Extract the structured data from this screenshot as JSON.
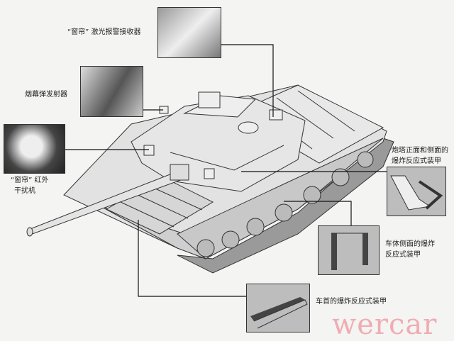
{
  "callouts": {
    "laser_warning": "“窗帘” 激光报警接收器",
    "smoke_launcher": "烟幕弹发射器",
    "ir_jammer_line1": "“窗帘” 红外",
    "ir_jammer_line2": "干扰机",
    "turret_era_line1": "炮塔正面和侧面的",
    "turret_era_line2": "爆炸反应式装甲",
    "hull_side_era_line1": "车体侧面的爆炸",
    "hull_side_era_line2": "反应式装甲",
    "hull_front_era": "车首的爆炸反应式装甲"
  },
  "watermark": "wercar"
}
